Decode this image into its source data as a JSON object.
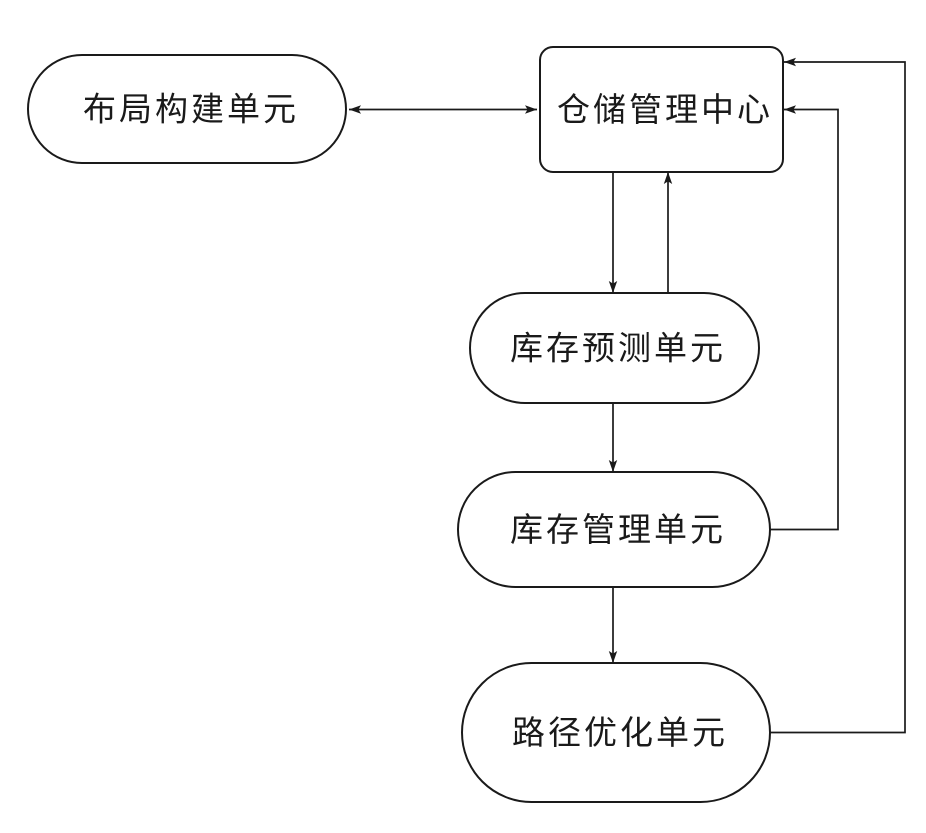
{
  "diagram": {
    "kind": "flowchart",
    "colors": {
      "stroke": "#1a1a1a",
      "node_fill": "#ffffff",
      "background": "#ffffff"
    },
    "nodes": [
      {
        "id": "layout-unit",
        "label": "布局构建单元",
        "shape": "stadium"
      },
      {
        "id": "warehouse-center",
        "label": "仓储管理中心",
        "shape": "rounded-rect"
      },
      {
        "id": "forecast-unit",
        "label": "库存预测单元",
        "shape": "stadium"
      },
      {
        "id": "inventory-unit",
        "label": "库存管理单元",
        "shape": "stadium"
      },
      {
        "id": "path-unit",
        "label": "路径优化单元",
        "shape": "stadium"
      }
    ],
    "edges": [
      {
        "from": "布局构建单元",
        "to": "仓储管理中心",
        "direction": "bidirectional"
      },
      {
        "from": "仓储管理中心",
        "to": "库存预测单元",
        "direction": "down"
      },
      {
        "from": "库存预测单元",
        "to": "仓储管理中心",
        "direction": "up"
      },
      {
        "from": "库存预测单元",
        "to": "库存管理单元",
        "direction": "down"
      },
      {
        "from": "库存管理单元",
        "to": "路径优化单元",
        "direction": "down"
      },
      {
        "from": "库存管理单元",
        "to": "仓储管理中心",
        "direction": "feedback-right-side"
      },
      {
        "from": "路径优化单元",
        "to": "仓储管理中心",
        "direction": "feedback-outer-loop"
      }
    ]
  }
}
